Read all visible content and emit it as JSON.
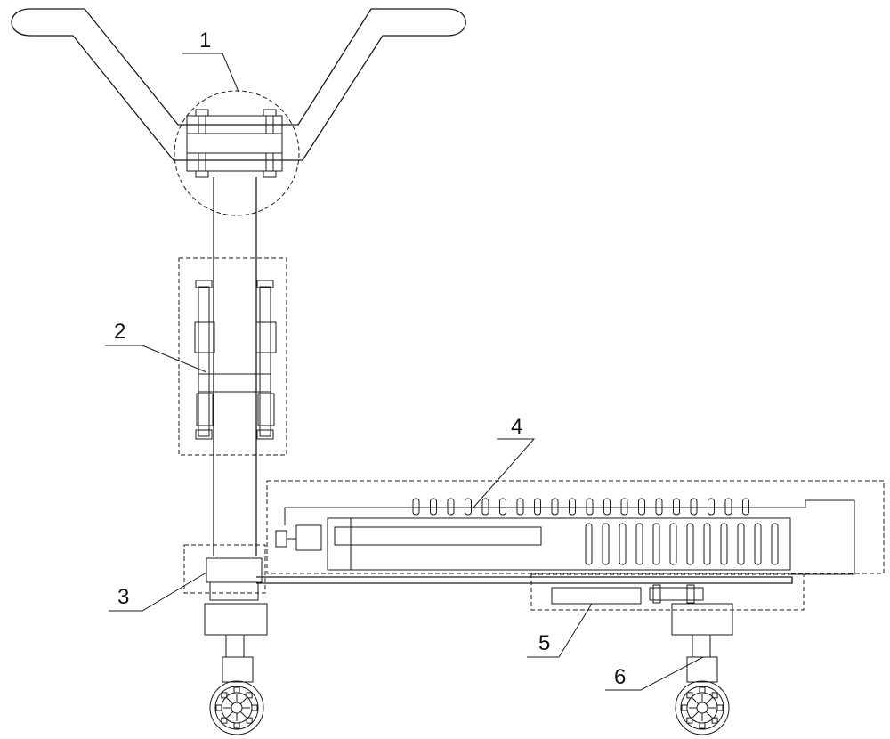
{
  "reference_labels": [
    {
      "id": "1",
      "text": "1"
    },
    {
      "id": "2",
      "text": "2"
    },
    {
      "id": "3",
      "text": "3"
    },
    {
      "id": "4",
      "text": "4"
    },
    {
      "id": "5",
      "text": "5"
    },
    {
      "id": "6",
      "text": "6"
    }
  ],
  "colors": {
    "line": "#1a1a1a",
    "background": "#ffffff"
  }
}
